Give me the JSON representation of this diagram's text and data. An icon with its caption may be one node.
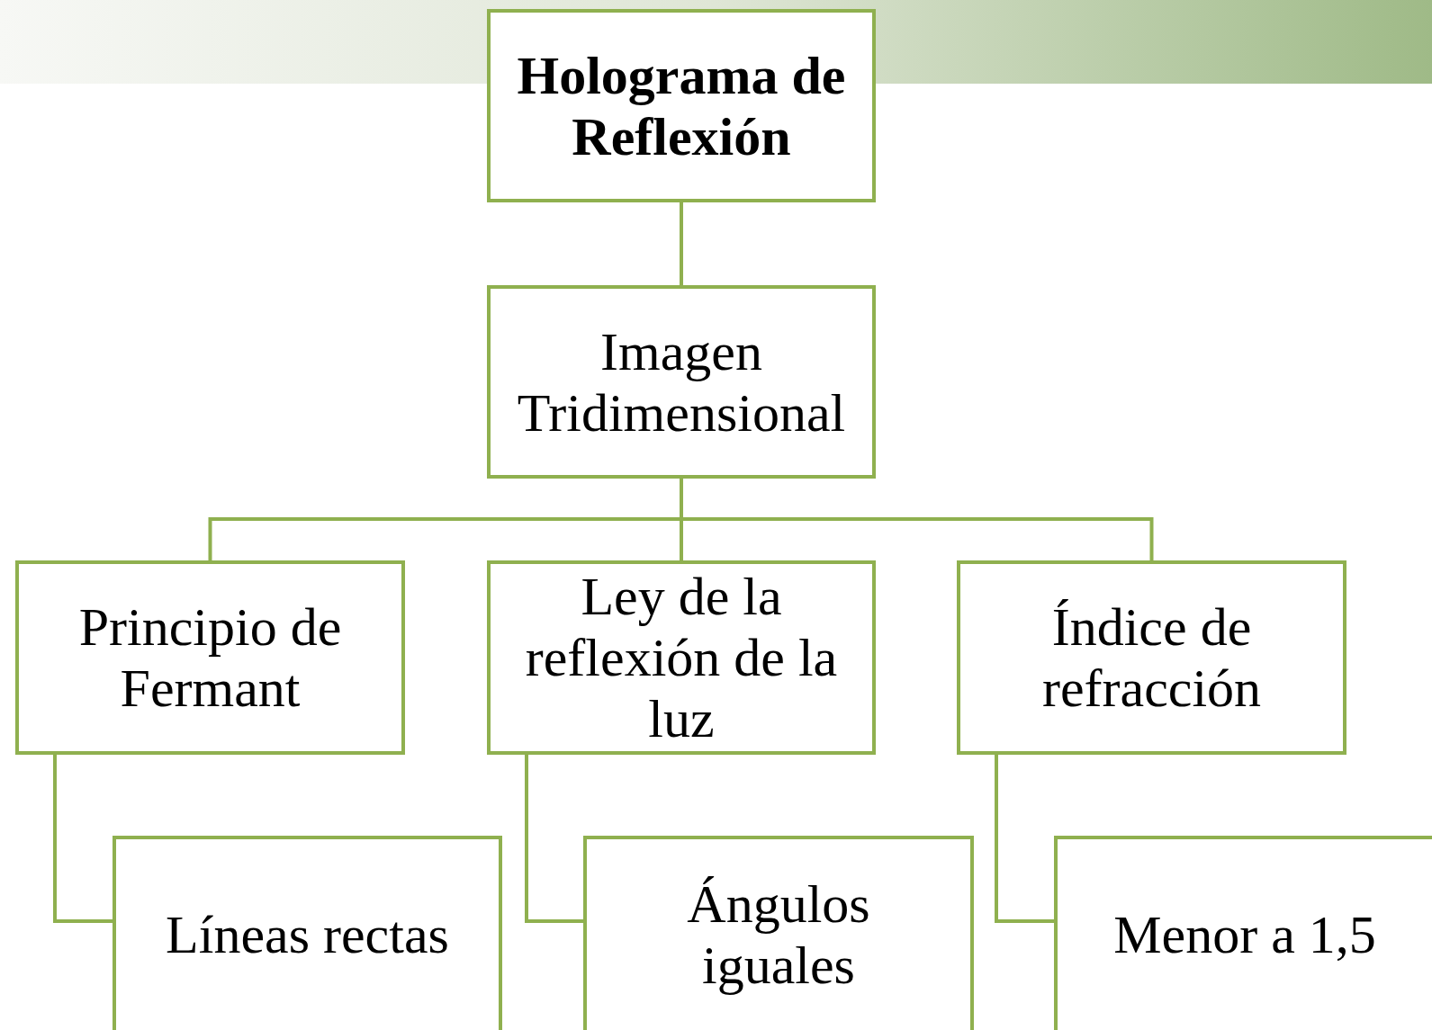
{
  "diagram": {
    "nodes": [
      {
        "text": [
          "Holograma de Reflexión"
        ]
      },
      {
        "text": [
          "Imagen Tridimensional"
        ]
      },
      {
        "text": [
          "Principio de Fermant"
        ]
      },
      {
        "text": [
          "Ley de la reflexión de la luz"
        ]
      },
      {
        "text": [
          "Índice de refracción"
        ]
      },
      {
        "text": [
          "Líneas rectas"
        ]
      },
      {
        "text": [
          "Ángulos iguales"
        ]
      },
      {
        "text": [
          "Menor a 1,5"
        ]
      }
    ],
    "edges": [
      {
        "from": 0,
        "to": 1,
        "arrow": "none"
      },
      {
        "from": 1,
        "to": 2,
        "arrow": "none"
      },
      {
        "from": 1,
        "to": 3,
        "arrow": "none"
      },
      {
        "from": 1,
        "to": 4,
        "arrow": "none"
      },
      {
        "from": 2,
        "to": 5,
        "arrow": "none"
      },
      {
        "from": 3,
        "to": 6,
        "arrow": "none"
      },
      {
        "from": 4,
        "to": 7,
        "arrow": "none"
      }
    ]
  }
}
